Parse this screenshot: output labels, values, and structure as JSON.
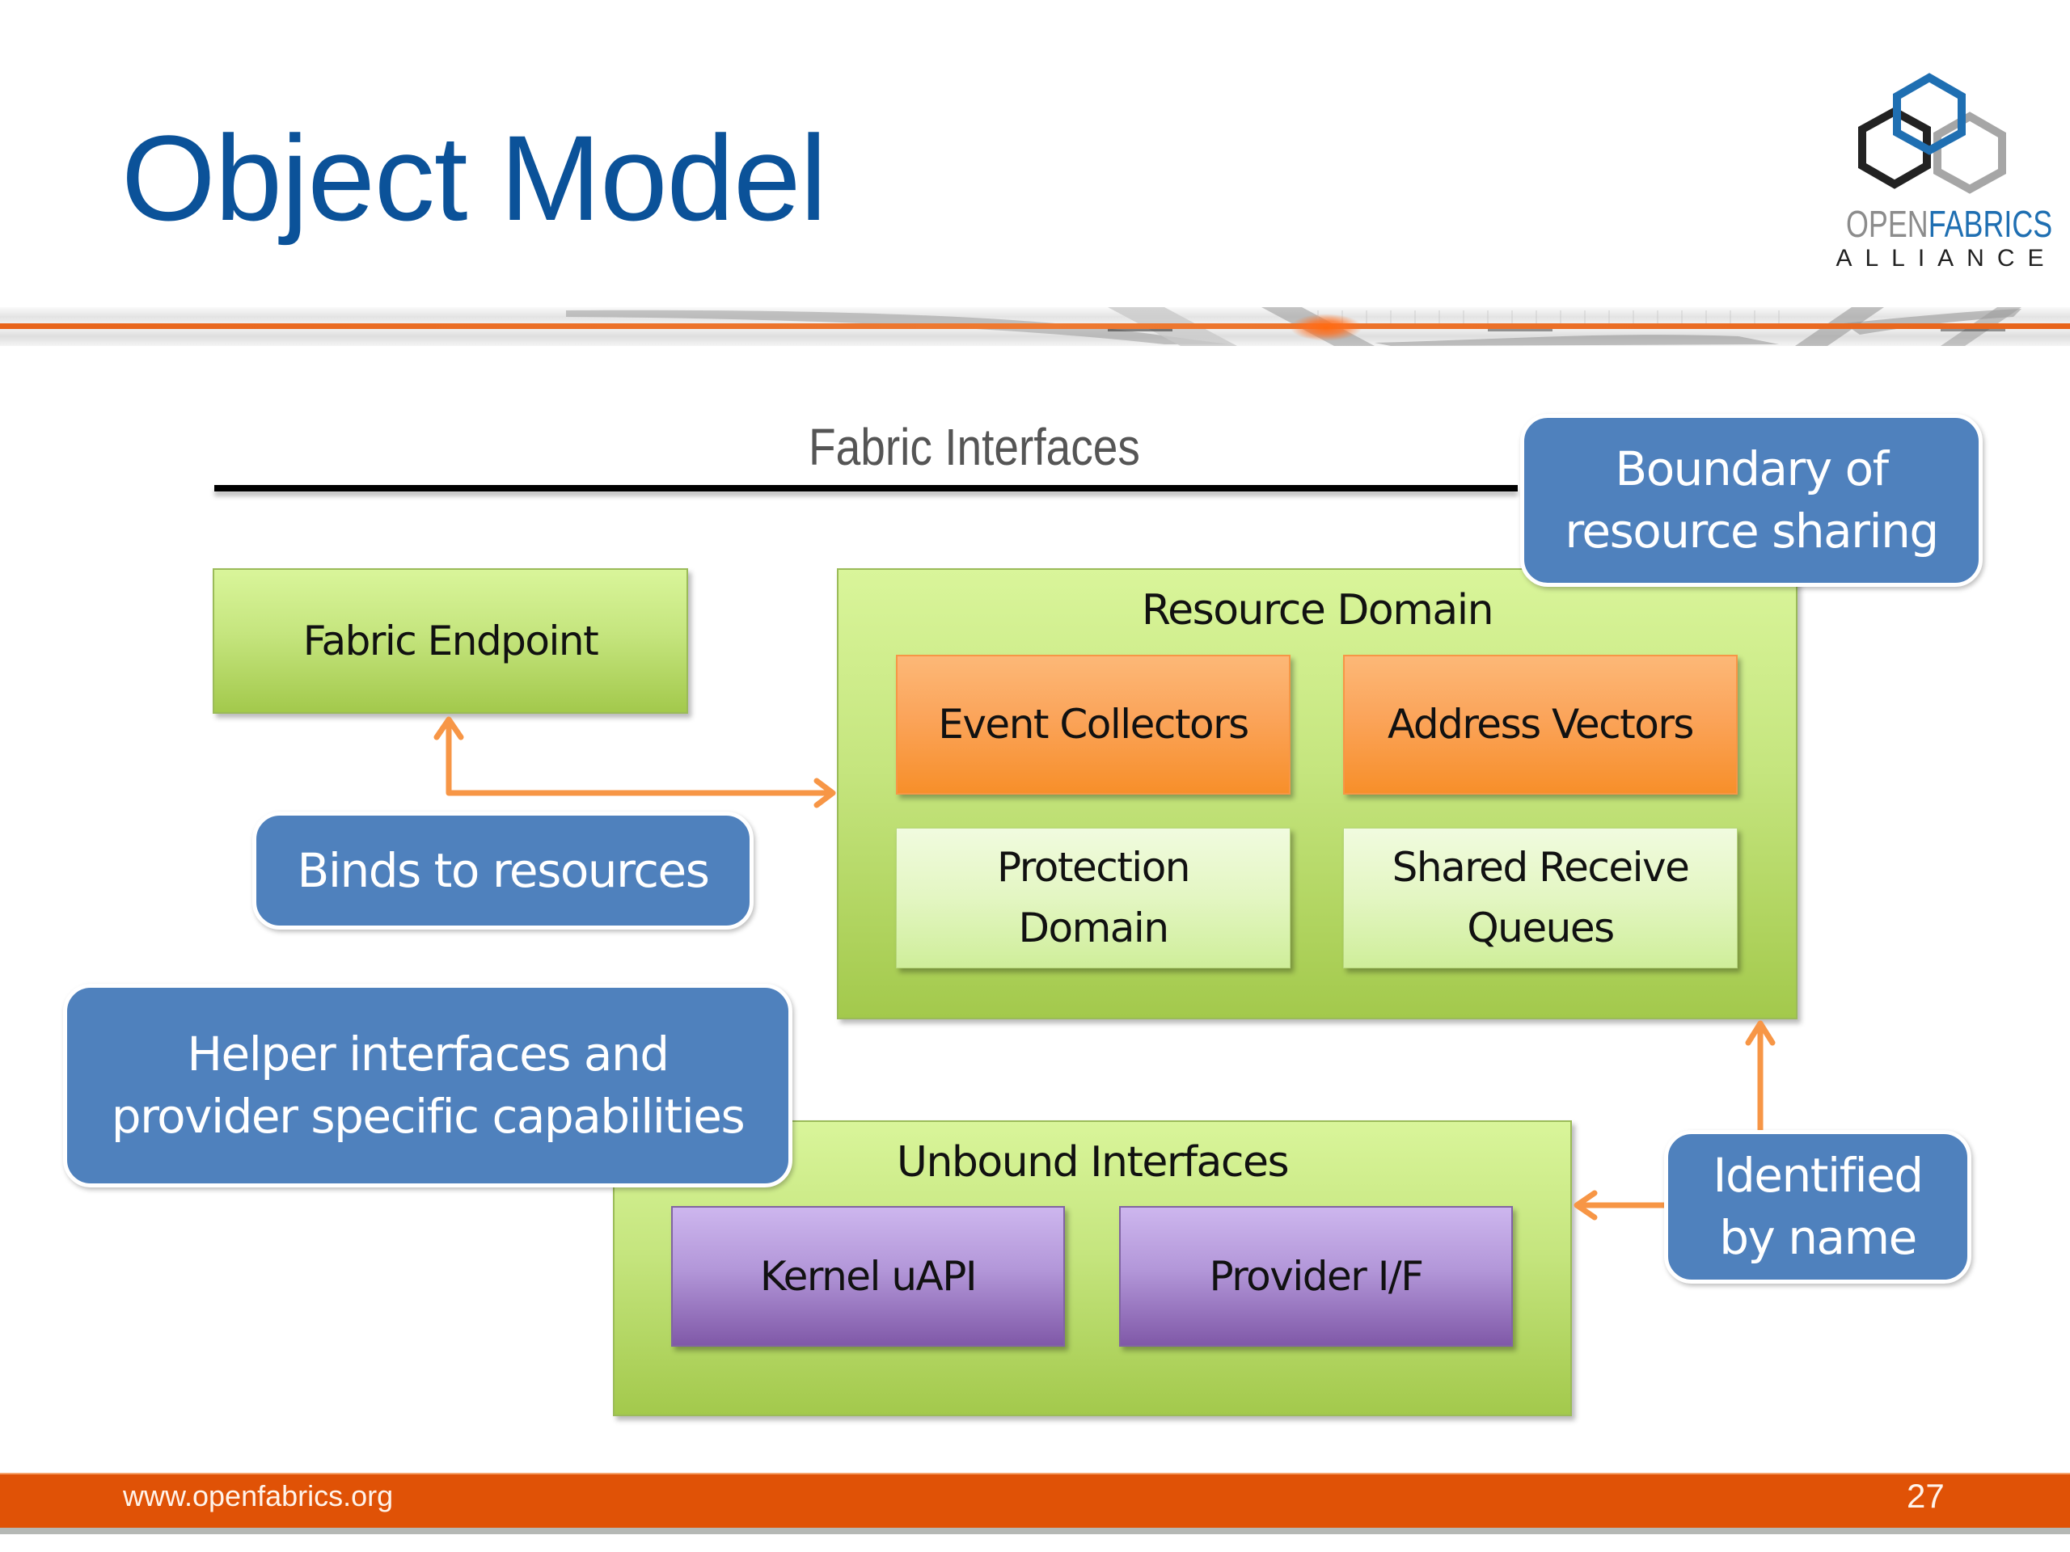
{
  "slide": {
    "title": "Object Model",
    "logo": {
      "icon": "hexagon-cluster-logo-icon",
      "name_part1": "OPEN",
      "name_part2": "FABRICS",
      "subtitle": "ALLIANCE",
      "colors": {
        "hex_blue": "#1f6fb2",
        "hex_black": "#222222",
        "hex_grey": "#a6a6a6"
      }
    },
    "colors": {
      "title": "#0b5299",
      "accent_orange": "#e05206",
      "callout_blue": "#4f81bd",
      "green_box": "#b6dd6a",
      "orange_box": "#f79646",
      "purple_box": "#8064a2",
      "arrow": "#f79646"
    }
  },
  "diagram": {
    "fabric_interfaces_label": "Fabric Interfaces",
    "fabric_endpoint": "Fabric Endpoint",
    "resource_domain": {
      "label": "Resource Domain",
      "items": [
        {
          "label": "Event Collectors",
          "style": "orange"
        },
        {
          "label": "Address Vectors",
          "style": "orange"
        },
        {
          "label": "Protection Domain",
          "lines": [
            "Protection",
            "Domain"
          ],
          "style": "light-green"
        },
        {
          "label": "Shared Receive Queues",
          "lines": [
            "Shared Receive",
            "Queues"
          ],
          "style": "light-green"
        }
      ]
    },
    "unbound_interfaces": {
      "label": "Unbound Interfaces",
      "items": [
        {
          "label": "Kernel uAPI",
          "style": "purple"
        },
        {
          "label": "Provider I/F",
          "style": "purple"
        }
      ]
    },
    "callouts": {
      "boundary": {
        "lines": [
          "Boundary of",
          "resource sharing"
        ]
      },
      "binds": {
        "lines": [
          "Binds to resources"
        ]
      },
      "helper": {
        "lines": [
          "Helper interfaces and",
          "provider specific capabilities"
        ]
      },
      "identified": {
        "lines": [
          "Identified",
          "by name"
        ]
      }
    },
    "connections": [
      {
        "from": "fabric-endpoint",
        "to": "resource-domain",
        "type": "bidirectional-arrow"
      },
      {
        "from": "identified-callout",
        "to": "resource-domain",
        "type": "arrow"
      },
      {
        "from": "identified-callout",
        "to": "unbound-interfaces",
        "type": "arrow"
      }
    ]
  },
  "footer": {
    "url": "www.openfabrics.org",
    "page_number": "27"
  }
}
